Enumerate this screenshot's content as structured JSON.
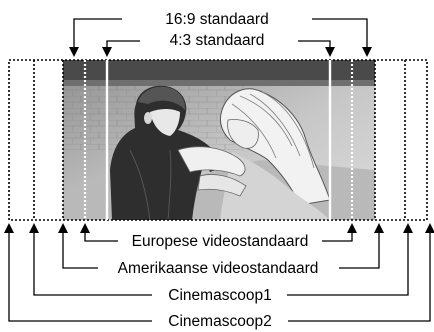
{
  "top_labels": {
    "ratio_16_9": "16:9 standaard",
    "ratio_4_3": "4:3 standaard"
  },
  "bottom_labels": {
    "european": "Europese videostandaard",
    "american": "Amerikaanse videostandaard",
    "cinemascope1": "Cinemascoop1",
    "cinemascope2": "Cinemascoop2"
  },
  "image": {
    "subject": "illustration of an embracing couple",
    "tones": "grayscale"
  },
  "colors": {
    "line": "#000000",
    "background": "#ffffff",
    "image_dark": "#3a3a3a",
    "image_mid": "#9a9a9a",
    "image_light": "#e6e6e6"
  }
}
